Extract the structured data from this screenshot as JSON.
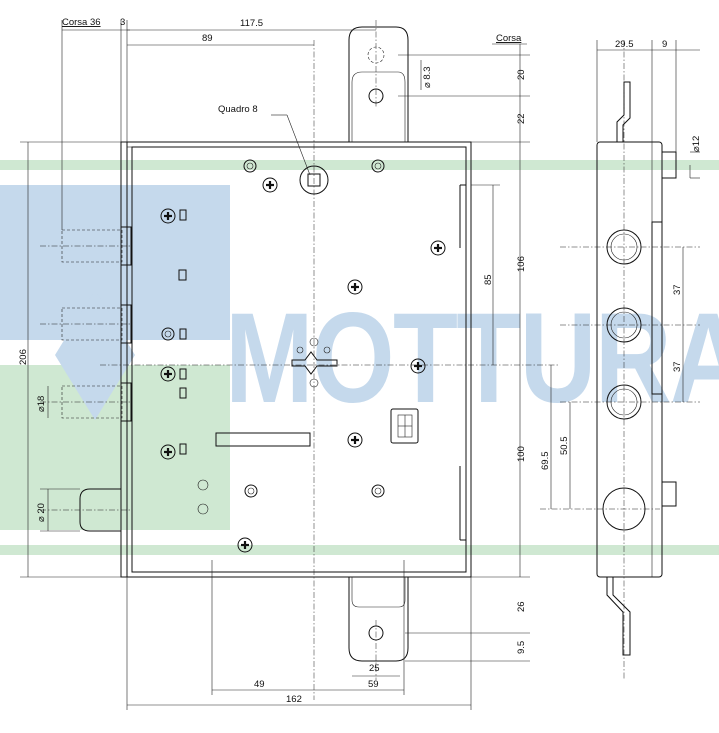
{
  "colors": {
    "watermark_blue": "#c5d9ec",
    "watermark_green": "#cfe8d2",
    "line": "#111111",
    "background": "#ffffff"
  },
  "watermark": {
    "text": "MOTTURA"
  },
  "front_view": {
    "label_corsa_36": "Corsa 36",
    "dim_3": "3",
    "dim_117_5": "117.5",
    "dim_89": "89",
    "label_quadro": "Quadro 8",
    "label_corsa": "Corsa",
    "dia_8_3": "⌀ 8.3",
    "dim_20_top": "20",
    "dim_22": "22",
    "dim_106": "106",
    "dim_85": "85",
    "dim_100": "100",
    "dim_206": "206",
    "dia_18": "⌀18",
    "dia_20": "⌀ 20",
    "dim_26": "26",
    "dim_9_5": "9.5",
    "dim_25": "25",
    "dim_49": "49",
    "dim_59": "59",
    "dim_162": "162"
  },
  "side_view": {
    "dim_29_5": "29.5",
    "dim_9": "9",
    "dia_12": "⌀12",
    "dim_37_a": "37",
    "dim_37_b": "37",
    "dim_69_5": "69.5",
    "dim_50_5": "50.5"
  }
}
